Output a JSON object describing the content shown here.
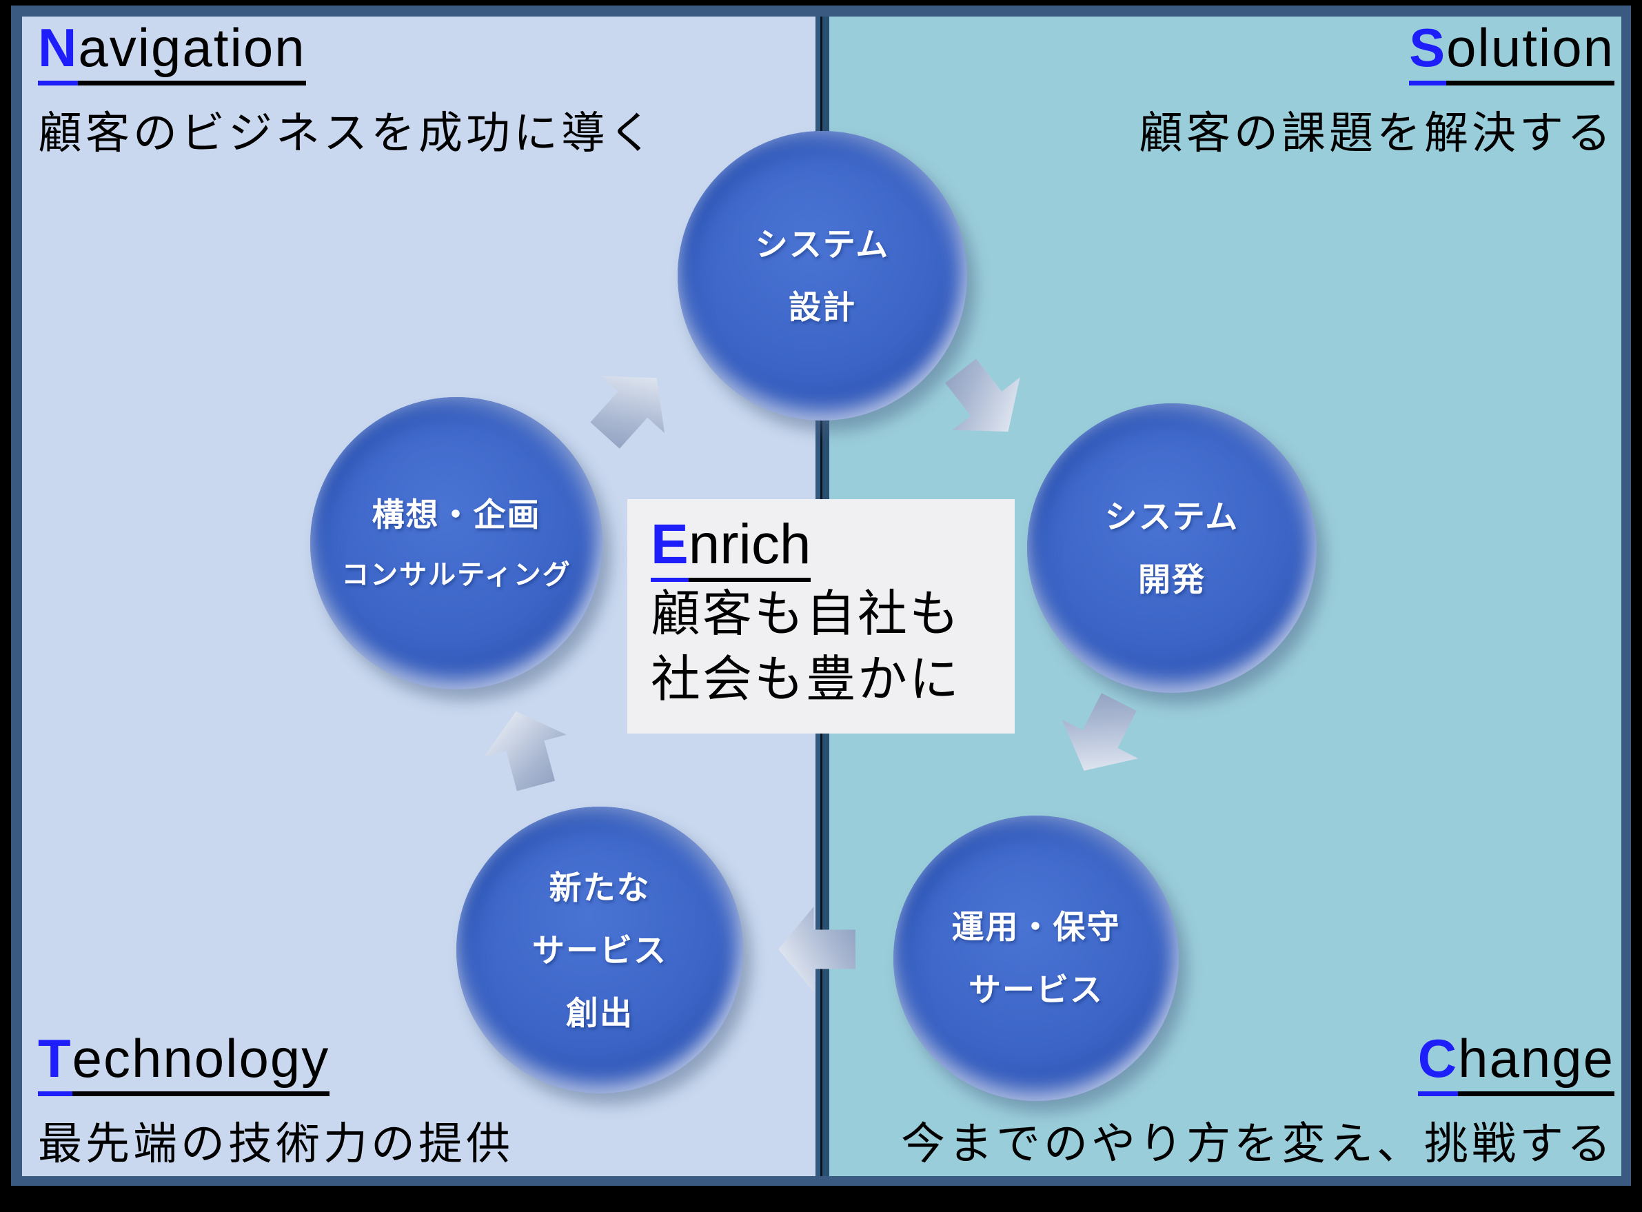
{
  "corners": {
    "navigation": {
      "initial": "N",
      "rest": "avigation",
      "subtitle": "顧客のビジネスを成功に導く"
    },
    "solution": {
      "initial": "S",
      "rest": "olution",
      "subtitle": "顧客の課題を解決する"
    },
    "technology": {
      "initial": "T",
      "rest": "echnology",
      "subtitle": "最先端の技術力の提供"
    },
    "change": {
      "initial": "C",
      "rest": "hange",
      "subtitle": "今までのやり方を変え、挑戦する"
    }
  },
  "center": {
    "initial": "E",
    "rest": "nrich",
    "line1": "顧客も自社も",
    "line2": "社会も豊かに"
  },
  "cycle": [
    {
      "name": "system-design",
      "lines": [
        "システム",
        "設計"
      ]
    },
    {
      "name": "system-development",
      "lines": [
        "システム",
        "開発"
      ]
    },
    {
      "name": "operation-maintenance-service",
      "lines": [
        "運用・保守",
        "サービス"
      ]
    },
    {
      "name": "new-service-creation",
      "lines": [
        "新たな",
        "サービス",
        "創出"
      ]
    },
    {
      "name": "concept-planning-consulting",
      "lines": [
        "構想・企画",
        "コンサルティング"
      ]
    }
  ],
  "colors": {
    "left_panel": "#c9d8ef",
    "right_panel": "#9acdda",
    "frame": "#3b5a82",
    "divider": "#2b4f70",
    "circle_blue": "#3a64c4",
    "accent_blue": "#1e1efa",
    "center_box_bg": "#f0f0f2",
    "arrow_gray": "#b9c5db",
    "text": "#000000",
    "circle_text": "#ffffff"
  }
}
